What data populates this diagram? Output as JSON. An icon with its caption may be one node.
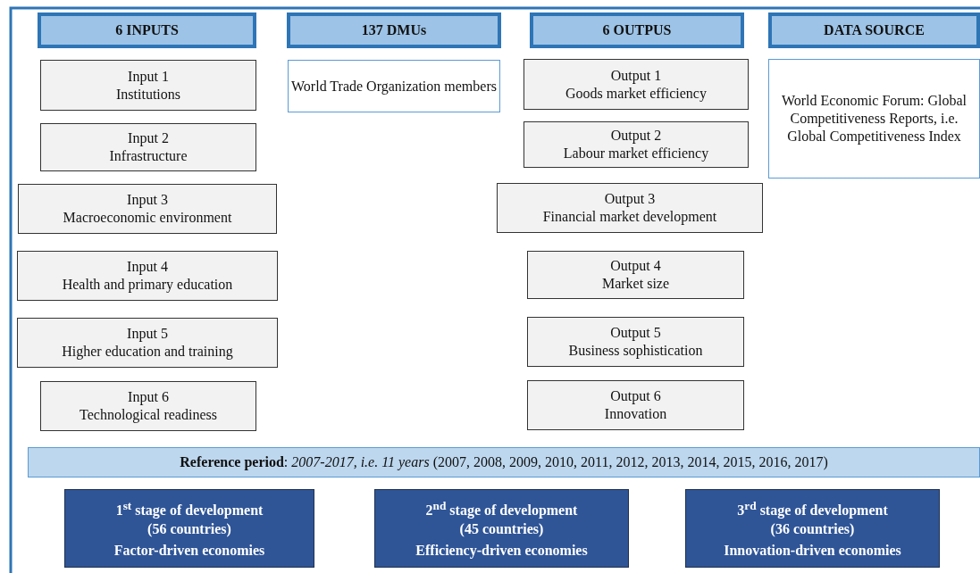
{
  "diagram": {
    "nodes": [
      {
        "text": [
          "6 INPUTS"
        ]
      },
      {
        "text": [
          "137 DMUs"
        ]
      },
      {
        "text": [
          "6 OUTPUS"
        ]
      },
      {
        "text": [
          "DATA SOURCE"
        ]
      },
      {
        "text": [
          "Input 1",
          "Institutions"
        ]
      },
      {
        "text": [
          "World Trade Organization members"
        ]
      },
      {
        "text": [
          "Output 1",
          "Goods market efficiency"
        ]
      },
      {
        "text": [
          "World Economic Forum: Global Competitiveness Reports, i.e. Global Competitiveness Index"
        ]
      },
      {
        "text": [
          "Input 2",
          "Infrastructure"
        ]
      },
      {
        "text": [
          "Output 2",
          "Labour market efficiency"
        ]
      },
      {
        "text": [
          "Input 3",
          "Macroeconomic environment"
        ]
      },
      {
        "text": [
          "Output 3",
          "Financial market development"
        ]
      },
      {
        "text": [
          "Input 4",
          "Health and primary education"
        ]
      },
      {
        "text": [
          "Output 4",
          "Market size"
        ]
      },
      {
        "text": [
          "Input 5",
          "Higher education and training"
        ]
      },
      {
        "text": [
          "Output 5",
          "Business sophistication"
        ]
      },
      {
        "text": [
          "Input 6",
          "Technological readiness"
        ]
      },
      {
        "text": [
          "Output 6",
          "Innovation"
        ]
      },
      {
        "text": [
          "**Reference period**: *2007-2017, i.e. 11 years* (2007, 2008, 2009, 2010, 2011, 2012, 2013, 2014, 2015, 2016, 2017)"
        ]
      },
      {
        "text": [
          "1$^{st}$ stage of development",
          "(56 countries)",
          "Factor-driven economies"
        ]
      },
      {
        "text": [
          "2$^{nd}$ stage of development",
          "(45 countries)",
          "Efficiency-driven economies"
        ]
      },
      {
        "text": [
          "3$^{rd}$ stage of development",
          "(36 countries)",
          "Innovation-driven economies"
        ]
      }
    ],
    "edges": []
  }
}
